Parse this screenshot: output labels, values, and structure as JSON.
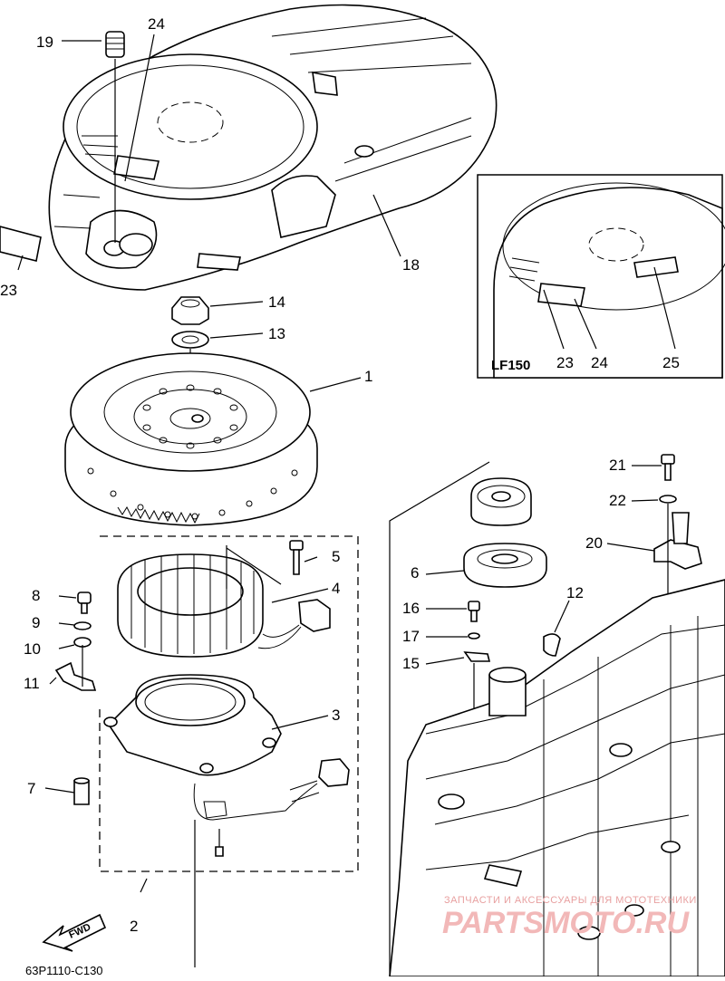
{
  "diagram": {
    "code": "63P1110-C130",
    "fwd_label": "FWD",
    "inset": {
      "model": "LF150",
      "labels": [
        "23",
        "24",
        "25"
      ]
    },
    "callouts": {
      "c1": "1",
      "c2": "2",
      "c3": "3",
      "c4": "4",
      "c5": "5",
      "c6": "6",
      "c7": "7",
      "c8": "8",
      "c9": "9",
      "c10": "10",
      "c11": "11",
      "c12": "12",
      "c13": "13",
      "c14": "14",
      "c15": "15",
      "c16": "16",
      "c17": "17",
      "c18": "18",
      "c19": "19",
      "c20": "20",
      "c21": "21",
      "c22": "22",
      "c23": "23",
      "c24": "24"
    }
  },
  "watermark": {
    "line1": "ЗАПЧАСТИ И АКСЕССУАРЫ ДЛЯ МОТОТЕХНИКИ",
    "line2": "PARTSMOTO.RU"
  }
}
